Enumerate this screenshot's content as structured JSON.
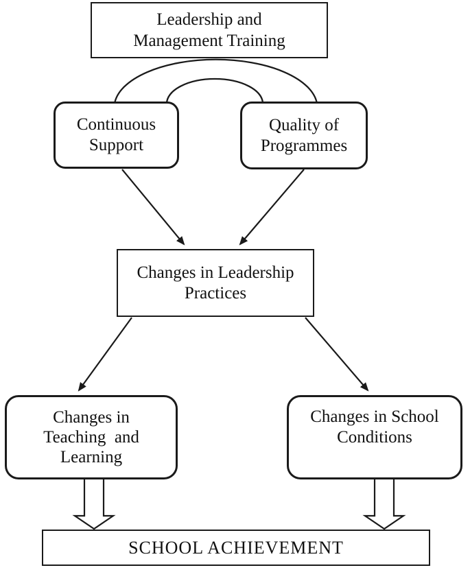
{
  "diagram": {
    "type": "flowchart",
    "colors": {
      "ink": "#1a1a1a",
      "background": "#ffffff"
    },
    "nodes": {
      "training": {
        "label": "Leadership and\nManagement Training",
        "shape": "rectangle"
      },
      "support": {
        "label": "Continuous\nSupport",
        "shape": "rounded-rectangle"
      },
      "quality": {
        "label": "Quality of\nProgrammes",
        "shape": "rounded-rectangle"
      },
      "practices": {
        "label": "Changes in Leadership\nPractices",
        "shape": "rectangle"
      },
      "teaching": {
        "label": "Changes in\nTeaching  and\nLearning",
        "shape": "rounded-rectangle"
      },
      "conditions": {
        "label": "Changes in School\nConditions",
        "shape": "rounded-rectangle"
      },
      "achievement": {
        "label": "SCHOOL ACHIEVEMENT",
        "shape": "rectangle"
      }
    },
    "connectors": [
      {
        "from": "training",
        "to": "support",
        "style": "curved-line"
      },
      {
        "from": "training",
        "to": "quality",
        "style": "curved-line"
      },
      {
        "from": "support",
        "to": "practices",
        "style": "arrow"
      },
      {
        "from": "quality",
        "to": "practices",
        "style": "arrow"
      },
      {
        "from": "practices",
        "to": "teaching",
        "style": "arrow"
      },
      {
        "from": "practices",
        "to": "conditions",
        "style": "arrow"
      },
      {
        "from": "teaching",
        "to": "achievement",
        "style": "hollow-block-arrow"
      },
      {
        "from": "conditions",
        "to": "achievement",
        "style": "hollow-block-arrow"
      }
    ]
  }
}
